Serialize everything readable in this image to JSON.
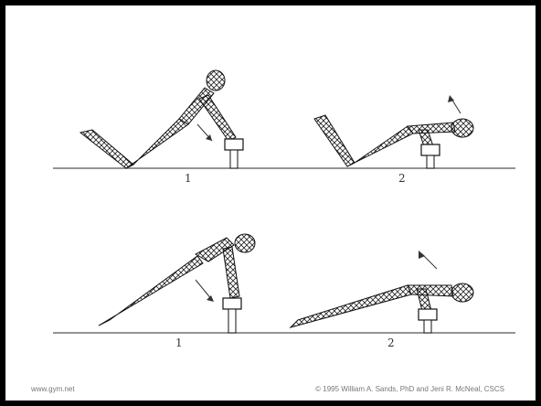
{
  "figures": {
    "top_row": {
      "left_label": "1",
      "right_label": "2"
    },
    "bottom_row": {
      "left_label": "1",
      "right_label": "2"
    }
  },
  "footer": {
    "source": "www.gym.net",
    "copyright": "© 1995 William A. Sands, PhD and Jeni R. McNeal, CSCS"
  }
}
